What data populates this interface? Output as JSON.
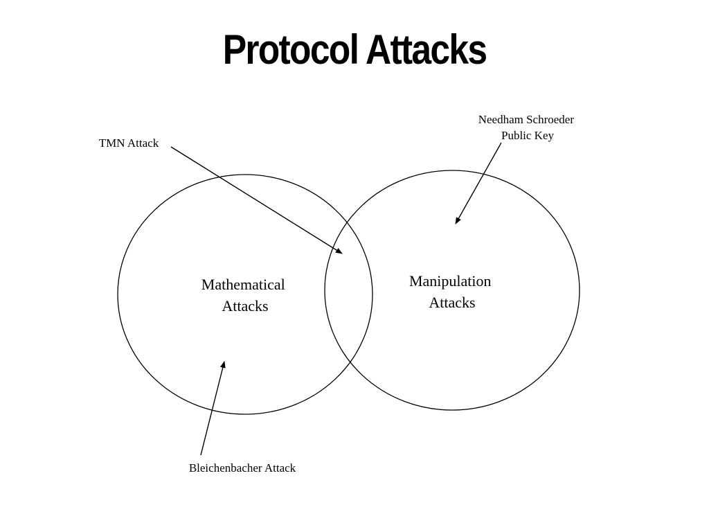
{
  "title": "Protocol Attacks",
  "sets": {
    "left": {
      "lines": [
        "Mathematical",
        "Attacks"
      ]
    },
    "right": {
      "lines": [
        "Manipulation",
        "Attacks"
      ]
    }
  },
  "annotations": {
    "tmn": {
      "lines": [
        "TMN Attack"
      ]
    },
    "needham": {
      "lines": [
        "Needham Schroeder",
        "Public Key"
      ]
    },
    "bleichenbacher": {
      "lines": [
        "Bleichenbacher Attack"
      ]
    }
  }
}
